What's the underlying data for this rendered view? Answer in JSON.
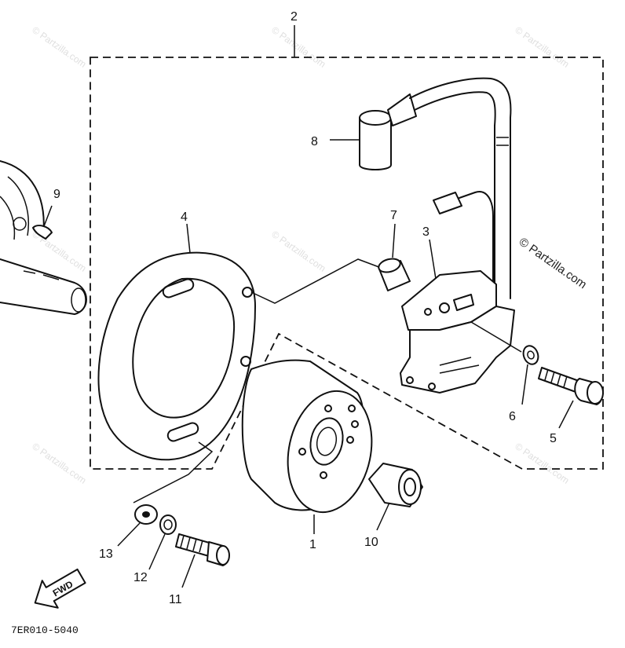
{
  "diagram_code": "7ER010-5040",
  "fwd_label": "FWD",
  "brand_copyright": "© Partzilla.com",
  "watermark_text": "© Partzilla.com",
  "callouts": {
    "c1": "1",
    "c2": "2",
    "c3": "3",
    "c4": "4",
    "c5": "5",
    "c6": "6",
    "c7": "7",
    "c8": "8",
    "c9": "9",
    "c10": "10",
    "c11": "11",
    "c12": "12",
    "c13": "13"
  },
  "parts": [
    {
      "number": "1",
      "part": "rotor"
    },
    {
      "number": "2",
      "part": "assembly-outline"
    },
    {
      "number": "3",
      "part": "ignition-coil"
    },
    {
      "number": "4",
      "part": "stator-plate"
    },
    {
      "number": "5",
      "part": "bolt"
    },
    {
      "number": "6",
      "part": "washer"
    },
    {
      "number": "7",
      "part": "collar"
    },
    {
      "number": "8",
      "part": "spark-plug-cap"
    },
    {
      "number": "9",
      "part": "woodruff-key"
    },
    {
      "number": "10",
      "part": "nut"
    },
    {
      "number": "11",
      "part": "bolt"
    },
    {
      "number": "12",
      "part": "lock-washer"
    },
    {
      "number": "13",
      "part": "washer"
    }
  ],
  "colors": {
    "ink": "#111111",
    "watermark": "#e0e0e0",
    "background": "#ffffff"
  }
}
